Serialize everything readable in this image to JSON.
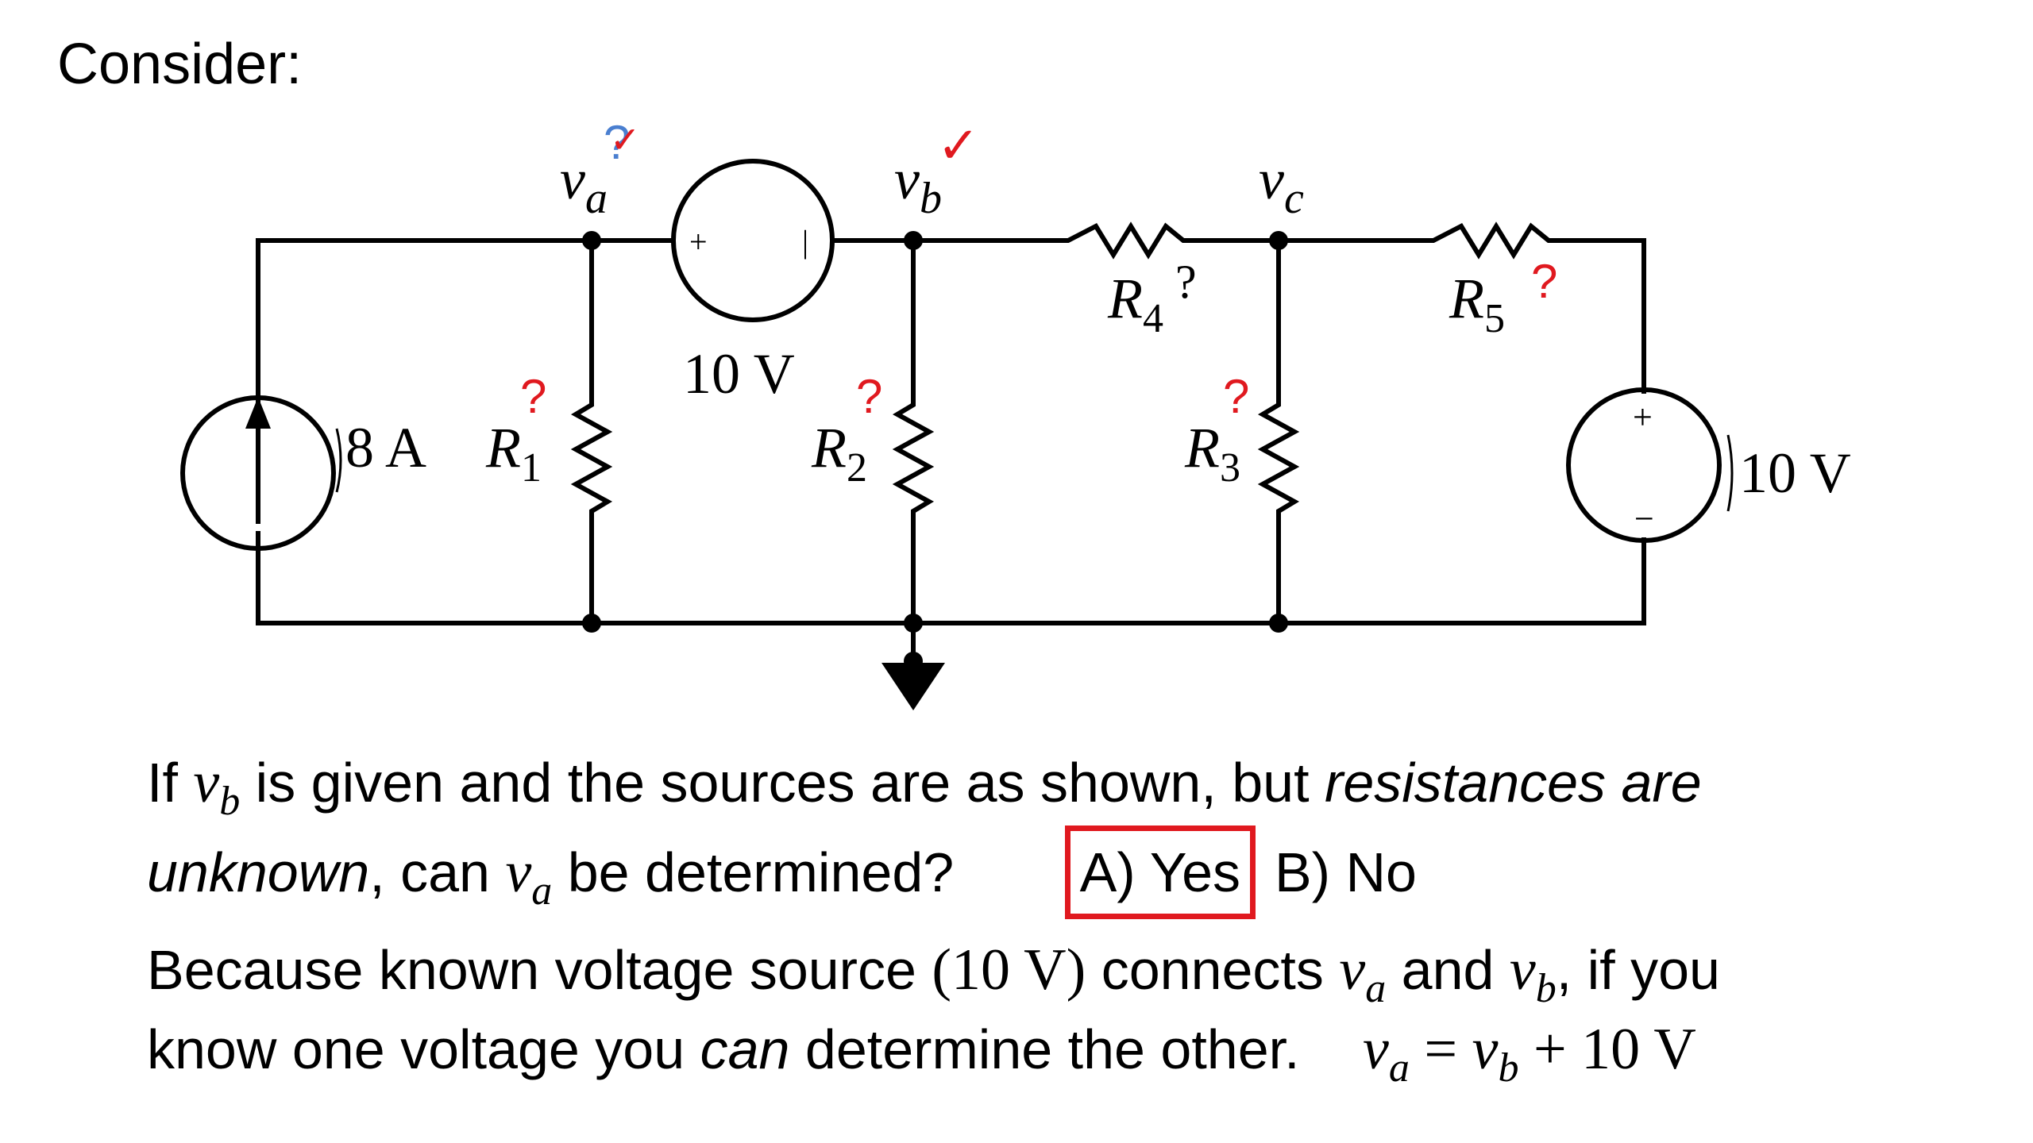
{
  "slide": {
    "title": "Consider:"
  },
  "circuit": {
    "nodes": {
      "va": "v",
      "va_sub": "a",
      "vb": "v",
      "vb_sub": "b",
      "vc": "v",
      "vc_sub": "c"
    },
    "current_source": {
      "value": "8 A"
    },
    "voltage_source_top": {
      "value": "10 V",
      "plus": "+",
      "minus": "|"
    },
    "voltage_source_right": {
      "value": "10 V",
      "plus": "+",
      "minus": "−"
    },
    "resistors": [
      {
        "name": "R",
        "sub": "1"
      },
      {
        "name": "R",
        "sub": "2"
      },
      {
        "name": "R",
        "sub": "3"
      },
      {
        "name": "R",
        "sub": "4"
      },
      {
        "name": "R",
        "sub": "5"
      }
    ],
    "annotations": {
      "question": "?",
      "check": "✓"
    },
    "colors": {
      "annotation_red": "#e0191f",
      "annotation_blue": "#4a7fd0",
      "wire": "#000000"
    }
  },
  "question": {
    "line1_a": "If ",
    "line1_b": " is given and the sources are as shown, but ",
    "line1_c": "resistances are",
    "line2_a": "unknown",
    "line2_b": ", can ",
    "line2_c": " be determined?",
    "option_a": "A) Yes",
    "option_b": "B) No",
    "selected": "A"
  },
  "explanation": {
    "line1_a": "Because known voltage source ",
    "line1_b": "(10 V)",
    "line1_c": " connects ",
    "line1_d": " and ",
    "line1_e": ", if you",
    "line2_a": "know one voltage you ",
    "line2_b": "can",
    "line2_c": " determine the other.",
    "equation_eq": " = ",
    "equation_plus": " + 10 V"
  },
  "math": {
    "v": "v",
    "a": "a",
    "b": "b"
  }
}
